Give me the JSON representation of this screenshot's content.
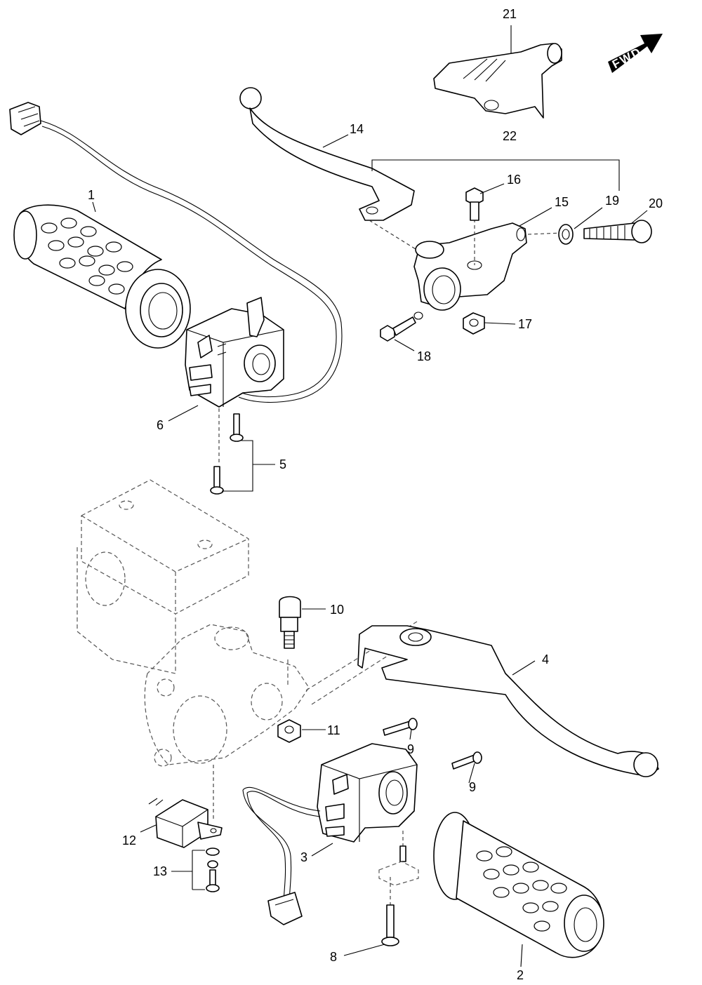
{
  "fwd_indicator": {
    "text": "FWD"
  },
  "callouts": [
    {
      "id": "c1",
      "text": "1"
    },
    {
      "id": "c2",
      "text": "2"
    },
    {
      "id": "c3",
      "text": "3"
    },
    {
      "id": "c4",
      "text": "4"
    },
    {
      "id": "c5",
      "text": "5"
    },
    {
      "id": "c6",
      "text": "6"
    },
    {
      "id": "c8",
      "text": "8"
    },
    {
      "id": "c9a",
      "text": "9"
    },
    {
      "id": "c9b",
      "text": "9"
    },
    {
      "id": "c10",
      "text": "10"
    },
    {
      "id": "c11",
      "text": "11"
    },
    {
      "id": "c12",
      "text": "12"
    },
    {
      "id": "c13",
      "text": "13"
    },
    {
      "id": "c14",
      "text": "14"
    },
    {
      "id": "c15",
      "text": "15"
    },
    {
      "id": "c16",
      "text": "16"
    },
    {
      "id": "c17",
      "text": "17"
    },
    {
      "id": "c18",
      "text": "18"
    },
    {
      "id": "c19",
      "text": "19"
    },
    {
      "id": "c20",
      "text": "20"
    },
    {
      "id": "c21",
      "text": "21"
    },
    {
      "id": "c22",
      "text": "22"
    }
  ]
}
